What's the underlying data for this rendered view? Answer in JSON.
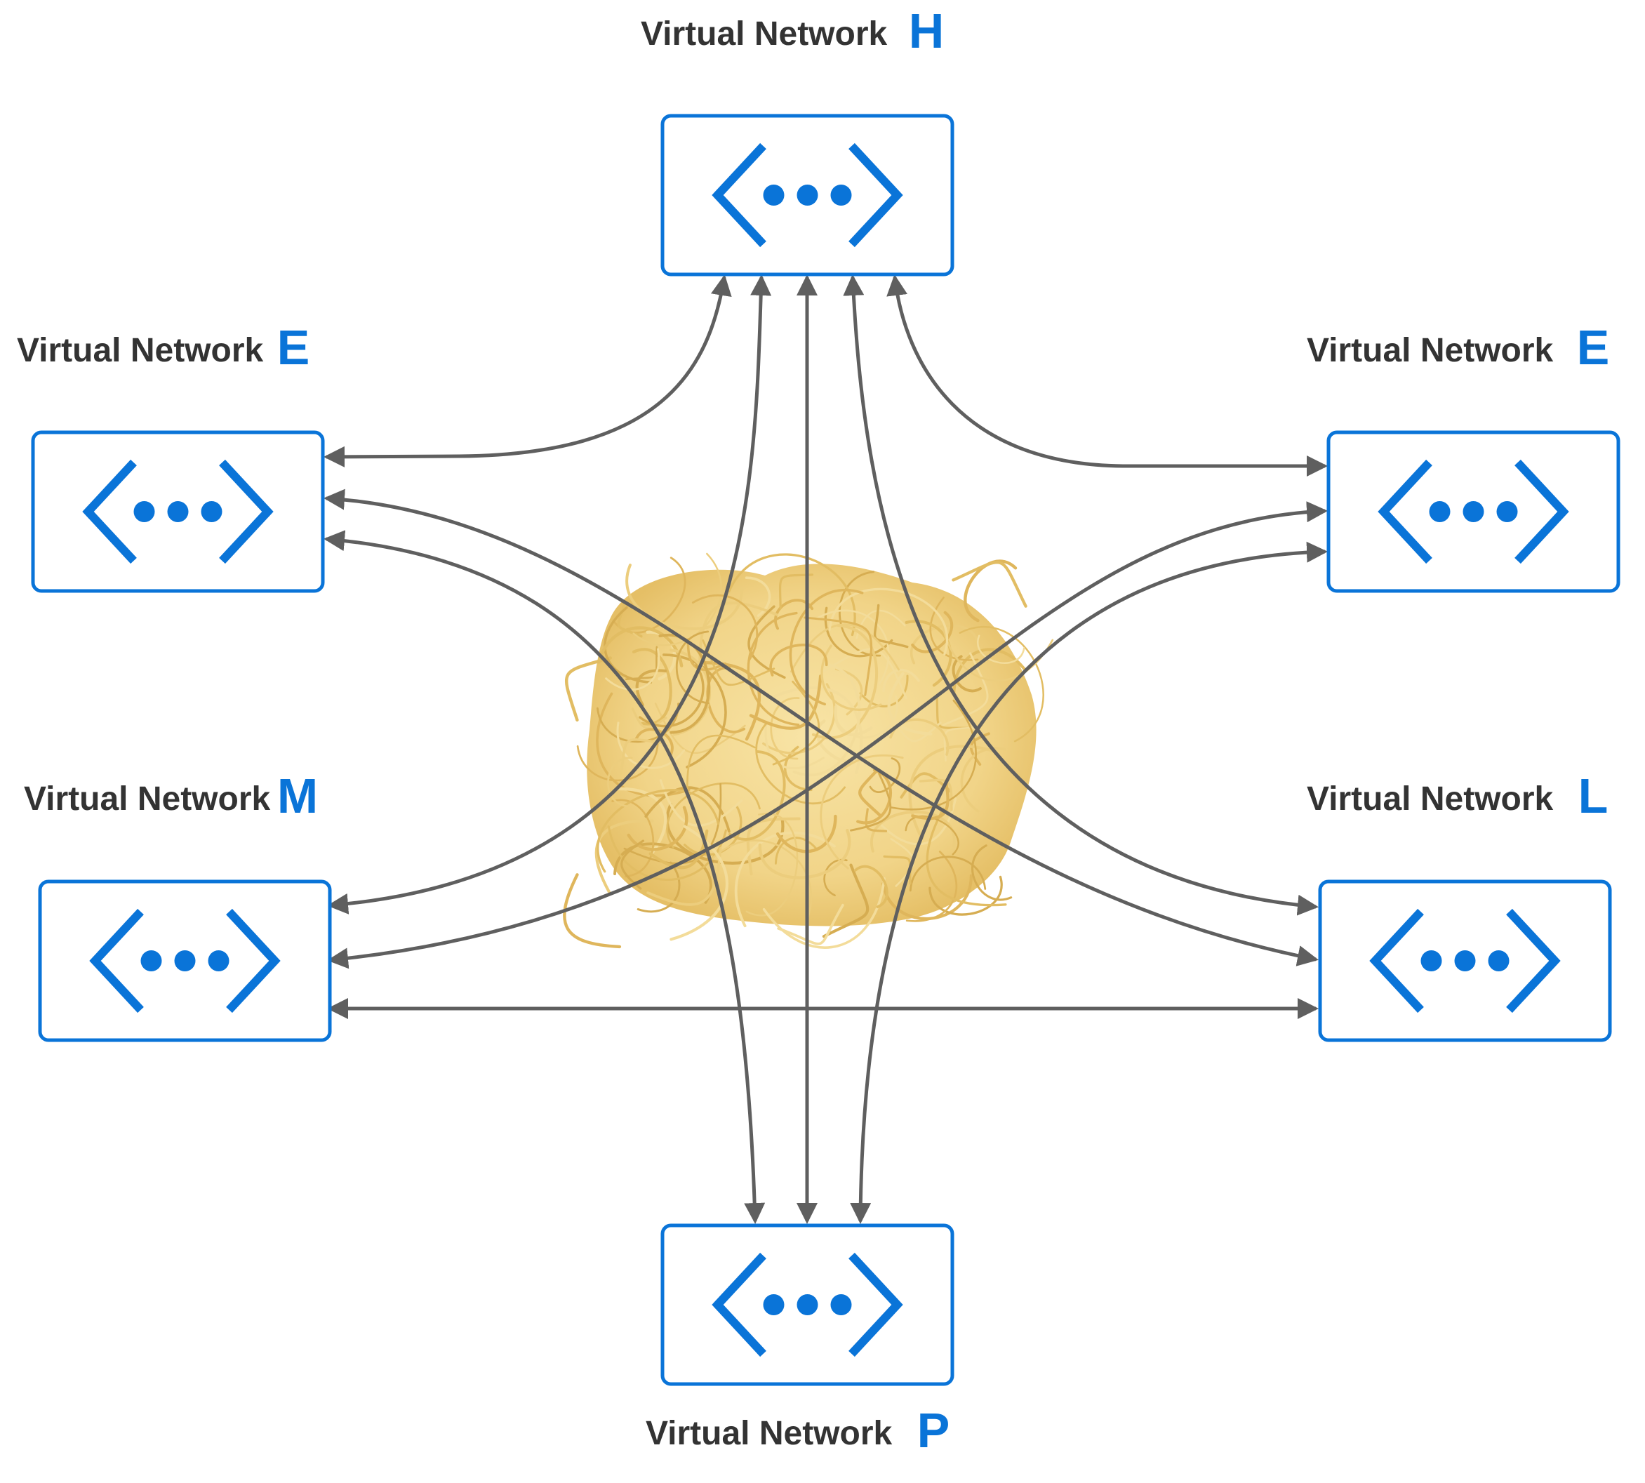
{
  "colors": {
    "accent": "#0a74d8",
    "connector": "#5f5f5f",
    "label": "#333333",
    "pasta_light": "#f6dd95",
    "pasta_dark": "#d9b25a"
  },
  "icon": "virtual-network-icon",
  "networks": [
    {
      "id": "h",
      "label": "Virtual Network",
      "letter": "H"
    },
    {
      "id": "e-left",
      "label": "Virtual Network",
      "letter": "E"
    },
    {
      "id": "e-right",
      "label": "Virtual Network",
      "letter": "E"
    },
    {
      "id": "m",
      "label": "Virtual Network",
      "letter": "M"
    },
    {
      "id": "l",
      "label": "Virtual Network",
      "letter": "L"
    },
    {
      "id": "p",
      "label": "Virtual Network",
      "letter": "P"
    }
  ],
  "connections": [
    {
      "from": "h",
      "to": "e-left"
    },
    {
      "from": "h",
      "to": "m"
    },
    {
      "from": "h",
      "to": "p"
    },
    {
      "from": "h",
      "to": "l"
    },
    {
      "from": "h",
      "to": "e-right"
    },
    {
      "from": "e-left",
      "to": "l"
    },
    {
      "from": "e-left",
      "to": "p"
    },
    {
      "from": "e-right",
      "to": "m"
    },
    {
      "from": "e-right",
      "to": "p"
    },
    {
      "from": "m",
      "to": "l"
    }
  ],
  "center_image": "spaghetti-image"
}
